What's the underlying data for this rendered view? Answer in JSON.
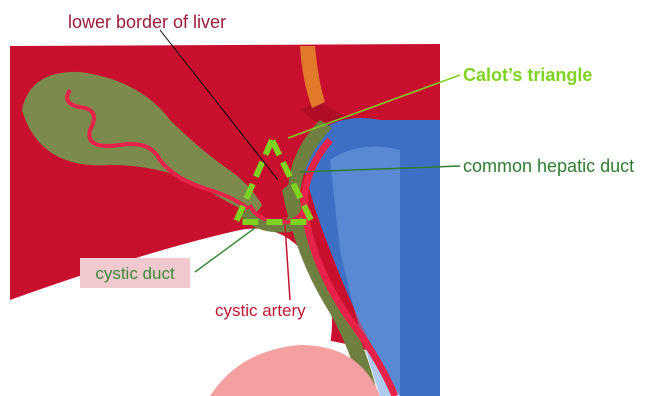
{
  "labels": {
    "lower_border_of_liver": "lower border of  liver",
    "calots_triangle": "Calot’s triangle",
    "common_hepatic_duct": "common hepatic duct",
    "cystic_duct": "cystic duct",
    "cystic_artery": "cystic artery"
  },
  "colors": {
    "liver": "#c8102e",
    "liver_dark": "#a00c22",
    "gallbladder": "#7c8a4e",
    "duct_green": "#6f7f40",
    "artery": "#e8234a",
    "vein_blue": "#3f6fc4",
    "vein_blue_light": "#6f9ee0",
    "bowel": "#f4a0a0",
    "label_maroon": "#9b1b3a",
    "calot_green": "#7ed321",
    "chd_green": "#2e7d32",
    "cystic_duct_box": "#f2c9cf",
    "cystic_duct_text": "#3a8a3a",
    "cystic_artery_text": "#c0162f",
    "orange_ligament": "#e07a2a"
  }
}
